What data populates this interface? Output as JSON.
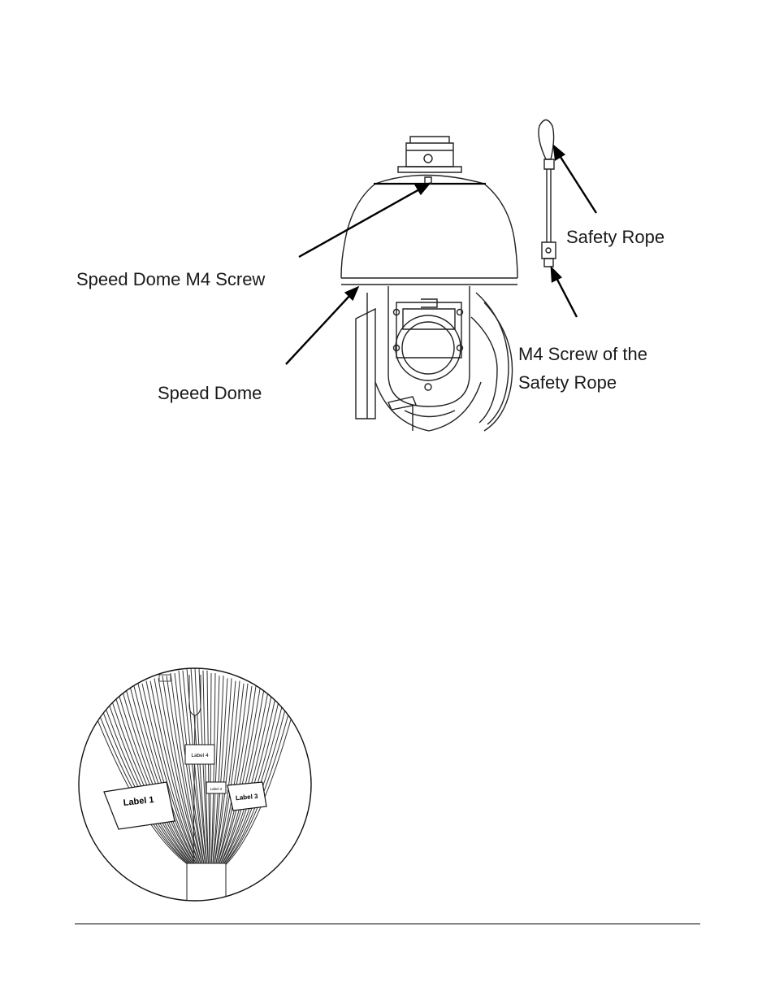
{
  "figure1": {
    "callouts": {
      "m4_screw": "Speed Dome M4 Screw",
      "speed_dome": "Speed Dome",
      "safety_rope": "Safety Rope",
      "rope_screw_line1": "M4 Screw of the",
      "rope_screw_line2": "Safety Rope"
    }
  },
  "figure2": {
    "labels": {
      "label1": "Label 1",
      "label2": "Label 2",
      "label3": "Label 3",
      "label4": "Label 4"
    }
  }
}
